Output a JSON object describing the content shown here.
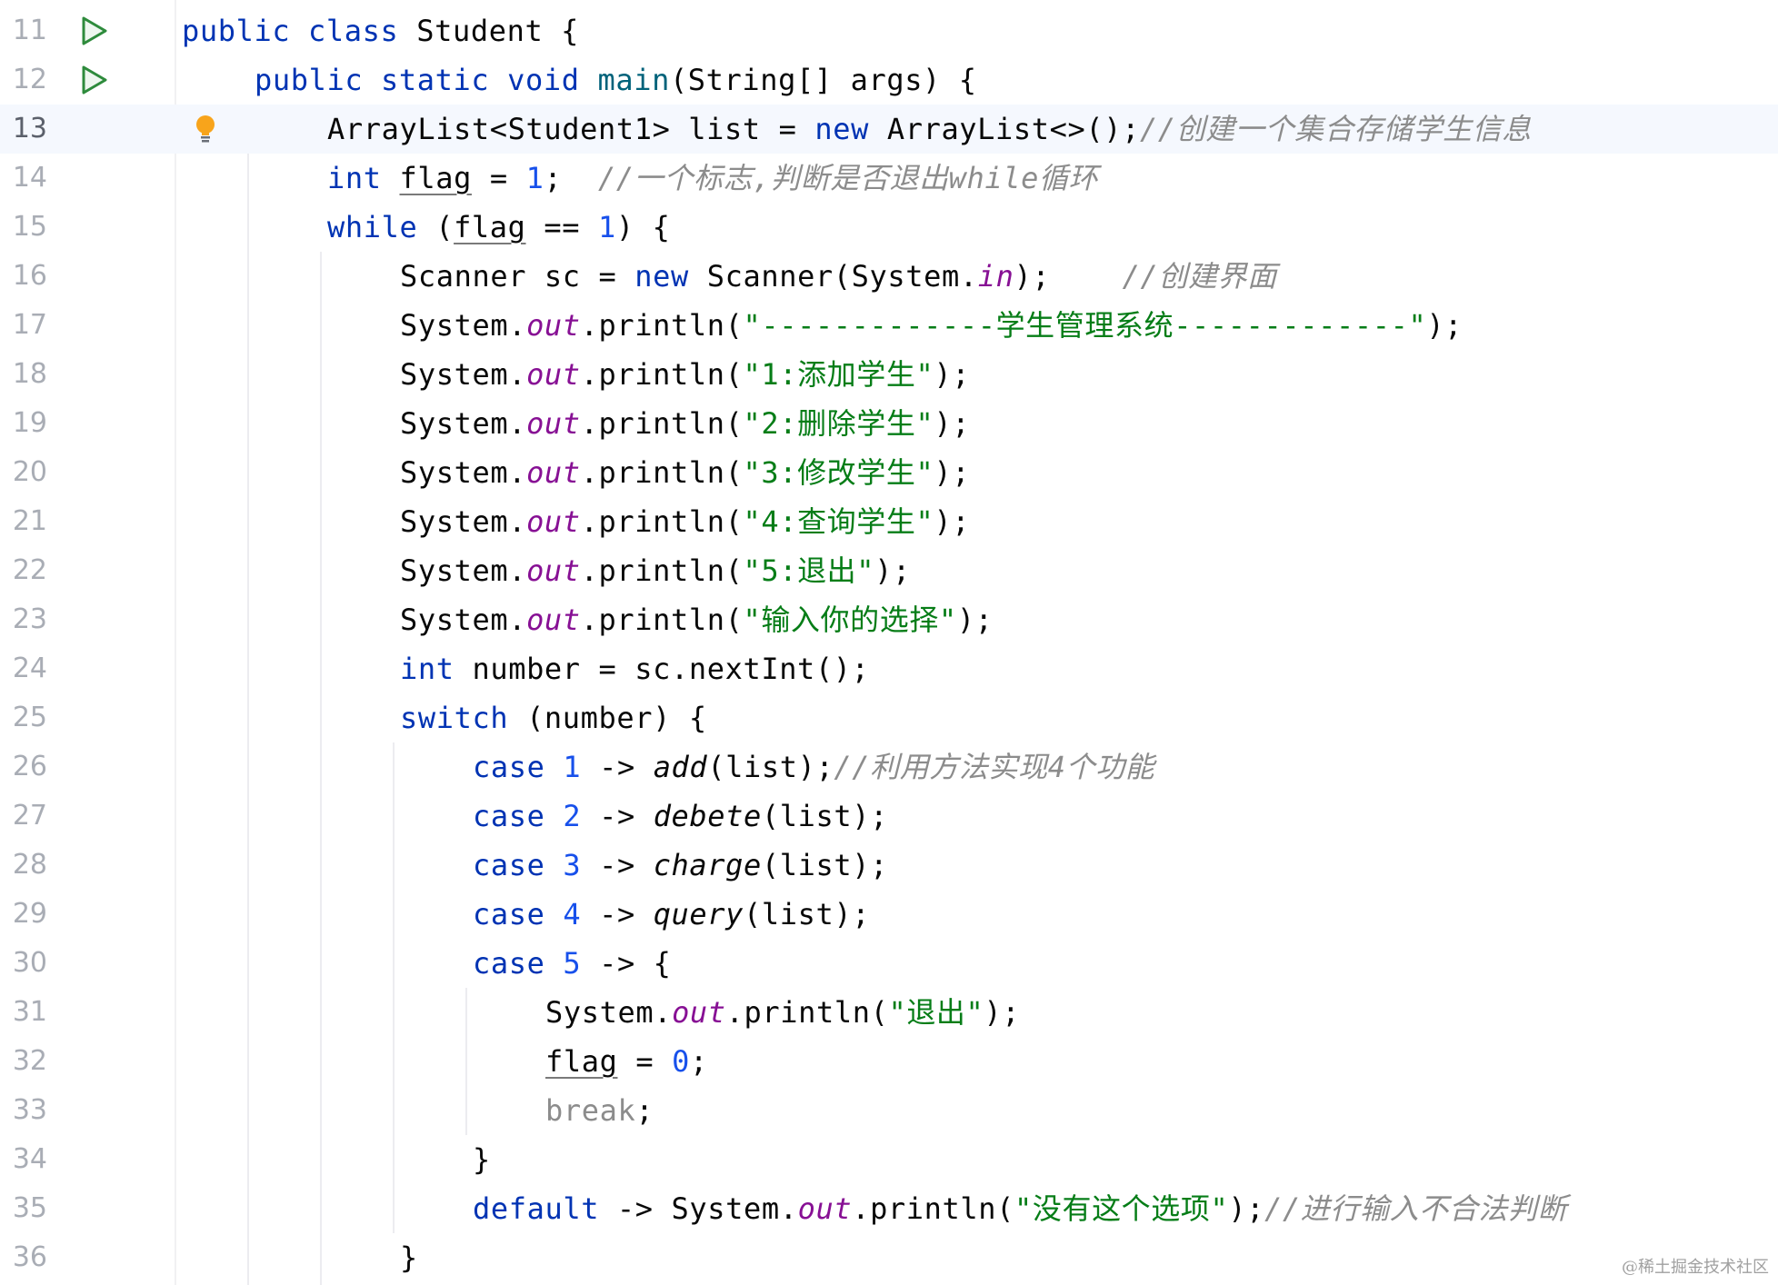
{
  "editor": {
    "language": "Java",
    "current_line": 13,
    "colors": {
      "keyword": "#0033b3",
      "number": "#1750eb",
      "string": "#067d17",
      "comment": "#8c8c8c",
      "static_field": "#871094",
      "run_icon": "#2e8b3c",
      "bulb_icon": "#f8a41b",
      "current_line_bg": "#f5f8fe"
    },
    "lines": [
      {
        "n": "11",
        "gutter_icon": "run-icon",
        "parts": {
          "a": "public class",
          "b": " Student {"
        }
      },
      {
        "n": "12",
        "gutter_icon": "run-icon",
        "parts": {
          "a": "public static void",
          "b": " ",
          "c": "main",
          "d": "(String[] args) {"
        }
      },
      {
        "n": "13",
        "gutter_icon": "lightbulb-icon",
        "parts": {
          "a": "ArrayList<Student1> list = ",
          "b": "new",
          "c": " ArrayList<>();",
          "d": "//创建一个集合存储学生信息"
        }
      },
      {
        "n": "14",
        "parts": {
          "a": "int",
          "b": " ",
          "c": "flag",
          "d": " = ",
          "e": "1",
          "f": ";  ",
          "g": "//一个标志,判断是否退出while循环"
        }
      },
      {
        "n": "15",
        "parts": {
          "a": "while",
          "b": " (",
          "c": "flag",
          "d": " == ",
          "e": "1",
          "f": ") {"
        }
      },
      {
        "n": "16",
        "parts": {
          "a": "Scanner sc = ",
          "b": "new",
          "c": " Scanner(System.",
          "d": "in",
          "e": ");    ",
          "f": "//创建界面"
        }
      },
      {
        "n": "17",
        "parts": {
          "a": "System.",
          "b": "out",
          "c": ".println(",
          "d": "\"-------------学生管理系统-------------\"",
          "e": ");"
        }
      },
      {
        "n": "18",
        "parts": {
          "a": "System.",
          "b": "out",
          "c": ".println(",
          "d": "\"1:添加学生\"",
          "e": ");"
        }
      },
      {
        "n": "19",
        "parts": {
          "a": "System.",
          "b": "out",
          "c": ".println(",
          "d": "\"2:删除学生\"",
          "e": ");"
        }
      },
      {
        "n": "20",
        "parts": {
          "a": "System.",
          "b": "out",
          "c": ".println(",
          "d": "\"3:修改学生\"",
          "e": ");"
        }
      },
      {
        "n": "21",
        "parts": {
          "a": "System.",
          "b": "out",
          "c": ".println(",
          "d": "\"4:查询学生\"",
          "e": ");"
        }
      },
      {
        "n": "22",
        "parts": {
          "a": "System.",
          "b": "out",
          "c": ".println(",
          "d": "\"5:退出\"",
          "e": ");"
        }
      },
      {
        "n": "23",
        "parts": {
          "a": "System.",
          "b": "out",
          "c": ".println(",
          "d": "\"输入你的选择\"",
          "e": ");"
        }
      },
      {
        "n": "24",
        "parts": {
          "a": "int",
          "b": " number = sc.nextInt();"
        }
      },
      {
        "n": "25",
        "parts": {
          "a": "switch",
          "b": " (number) {"
        }
      },
      {
        "n": "26",
        "parts": {
          "a": "case",
          "b": " ",
          "c": "1",
          "d": " -> ",
          "e": "add",
          "f": "(list);",
          "g": "//利用方法实现4个功能"
        }
      },
      {
        "n": "27",
        "parts": {
          "a": "case",
          "b": " ",
          "c": "2",
          "d": " -> ",
          "e": "debete",
          "f": "(list);"
        }
      },
      {
        "n": "28",
        "parts": {
          "a": "case",
          "b": " ",
          "c": "3",
          "d": " -> ",
          "e": "charge",
          "f": "(list);"
        }
      },
      {
        "n": "29",
        "parts": {
          "a": "case",
          "b": " ",
          "c": "4",
          "d": " -> ",
          "e": "query",
          "f": "(list);"
        }
      },
      {
        "n": "30",
        "parts": {
          "a": "case",
          "b": " ",
          "c": "5",
          "d": " -> {"
        }
      },
      {
        "n": "31",
        "parts": {
          "a": "System.",
          "b": "out",
          "c": ".println(",
          "d": "\"退出\"",
          "e": ");"
        }
      },
      {
        "n": "32",
        "parts": {
          "a": "flag",
          "b": " = ",
          "c": "0",
          "d": ";"
        }
      },
      {
        "n": "33",
        "parts": {
          "a": "break",
          "b": ";"
        }
      },
      {
        "n": "34",
        "parts": {
          "a": "}"
        }
      },
      {
        "n": "35",
        "parts": {
          "a": "default",
          "b": " -> System.",
          "c": "out",
          "d": ".println(",
          "e": "\"没有这个选项\"",
          "f": ");",
          "g": "//进行输入不合法判断"
        }
      },
      {
        "n": "36",
        "parts": {
          "a": "}"
        }
      }
    ]
  },
  "watermark": "@稀土掘金技术社区"
}
